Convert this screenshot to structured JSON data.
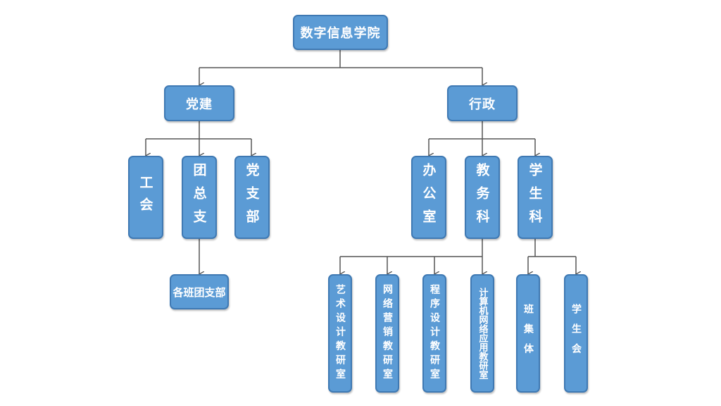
{
  "colors": {
    "node_fill": "#5b9bd5",
    "node_border": "#3f79b3",
    "node_text": "#ffffff",
    "line": "#555555"
  },
  "nodes": {
    "root": "数字信息学院",
    "party": "党建",
    "admin": "行政",
    "union": "工会",
    "league": "团总支",
    "party_branch": "党支部",
    "class_league": "各班团支部",
    "office": "办公室",
    "academic": "教务科",
    "student": "学生科",
    "art_design": "艺术设计教研室",
    "network_marketing": "网络营销教研室",
    "programming": "程序设计教研室",
    "network_app": "计算机网络应用教研室",
    "class_collective": "班集体",
    "student_union": "学生会"
  }
}
